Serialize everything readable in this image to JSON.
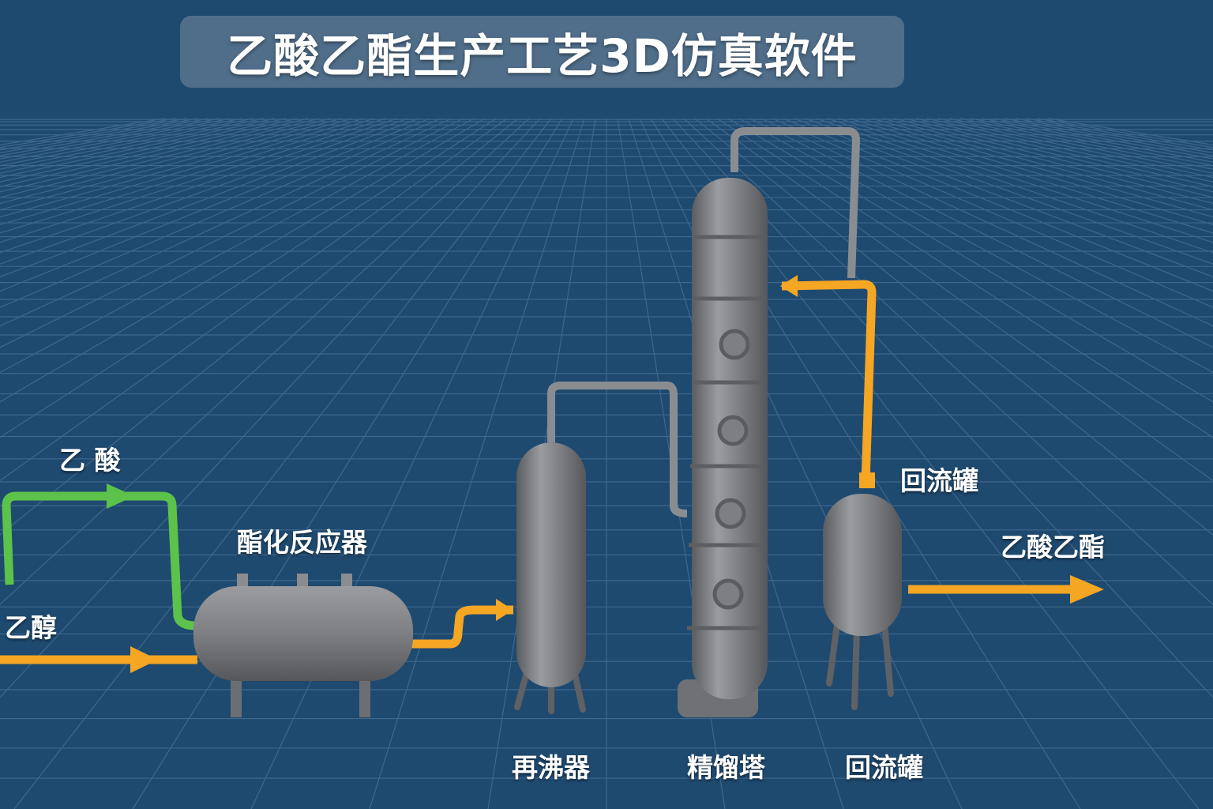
{
  "title": "乙酸乙酯生产工艺3D仿真软件",
  "labels": {
    "acetic_acid": "乙 酸",
    "ethanol": "乙醇",
    "reactor": "酯化反应器",
    "reboiler": "再沸器",
    "column": "精馏塔",
    "reflux_drum_top": "回流罐",
    "reflux_drum_bottom": "回流罐",
    "product": "乙酸乙酯"
  },
  "colors": {
    "background": "#1f4a70",
    "acetic_acid_line": "#5cc24a",
    "process_line": "#f5a623",
    "vapor_line": "#8a8d90",
    "equipment": "#7d7f82"
  }
}
